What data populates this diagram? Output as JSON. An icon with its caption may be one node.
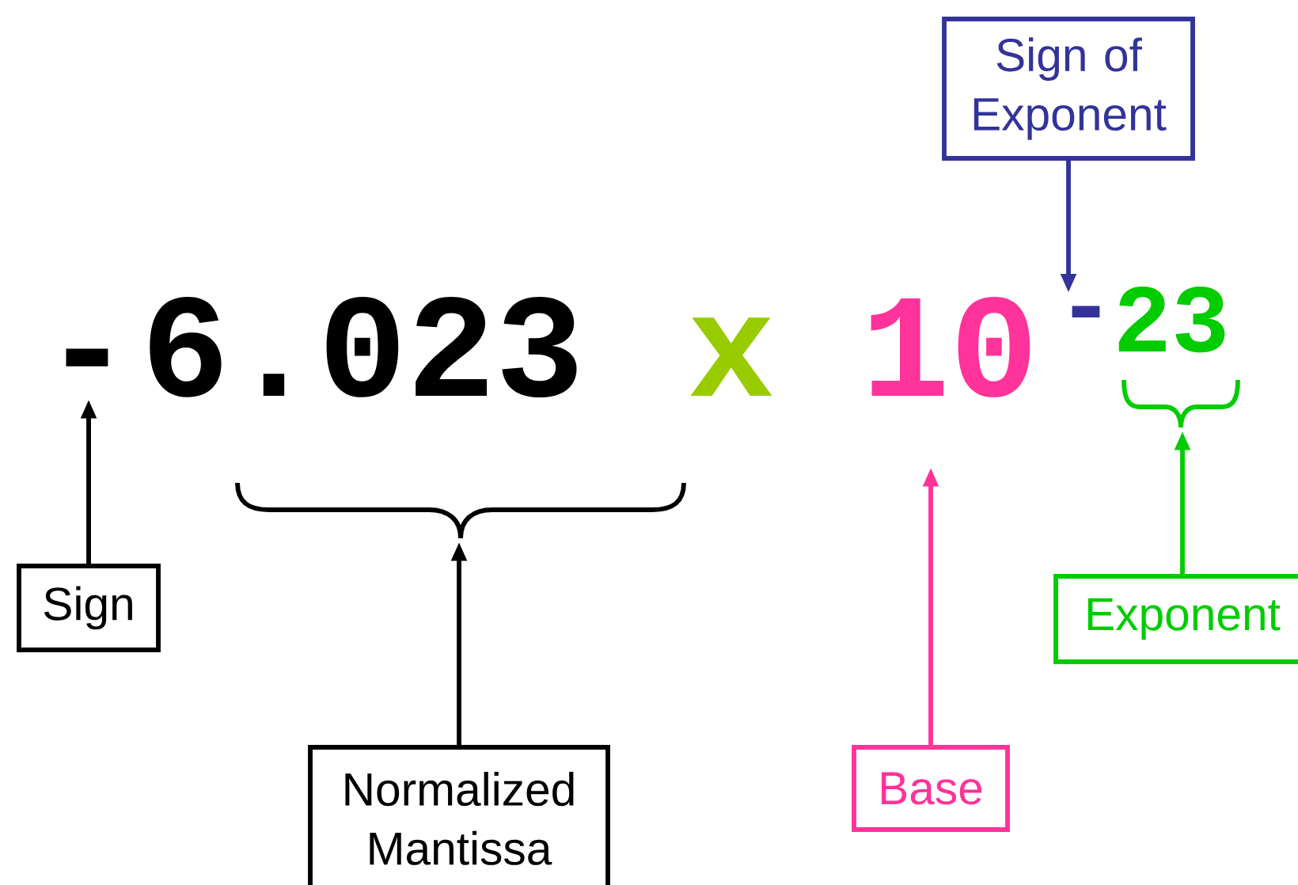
{
  "diagram": {
    "nodes": [
      {
        "text": [
          "Sign of Exponent"
        ]
      },
      {
        "text": [
          "-"
        ]
      },
      {
        "text": [
          "6.023"
        ]
      },
      {
        "text": [
          "10"
        ]
      },
      {
        "text": [
          "-"
        ]
      },
      {
        "text": [
          "23"
        ]
      },
      {
        "text": [],
        "shape": "brace"
      },
      {
        "text": [],
        "shape": "brace"
      },
      {
        "text": [
          "Sign"
        ]
      },
      {
        "text": [
          "Normalized Mantissa"
        ]
      },
      {
        "text": [
          "Base"
        ]
      },
      {
        "text": [
          "Exponent"
        ]
      }
    ],
    "edges": [
      {
        "from": 0,
        "to": 4,
        "arrow": "to",
        "color": "#333399"
      },
      {
        "from": 8,
        "to": 1,
        "arrow": "to"
      },
      {
        "from": 9,
        "to": 6,
        "arrow": "to"
      },
      {
        "from": 10,
        "to": 3,
        "arrow": "to",
        "color": "#ff3399"
      },
      {
        "from": 11,
        "to": 7,
        "arrow": "to",
        "color": "#00cc00"
      }
    ],
    "labels": [
      "x"
    ]
  }
}
